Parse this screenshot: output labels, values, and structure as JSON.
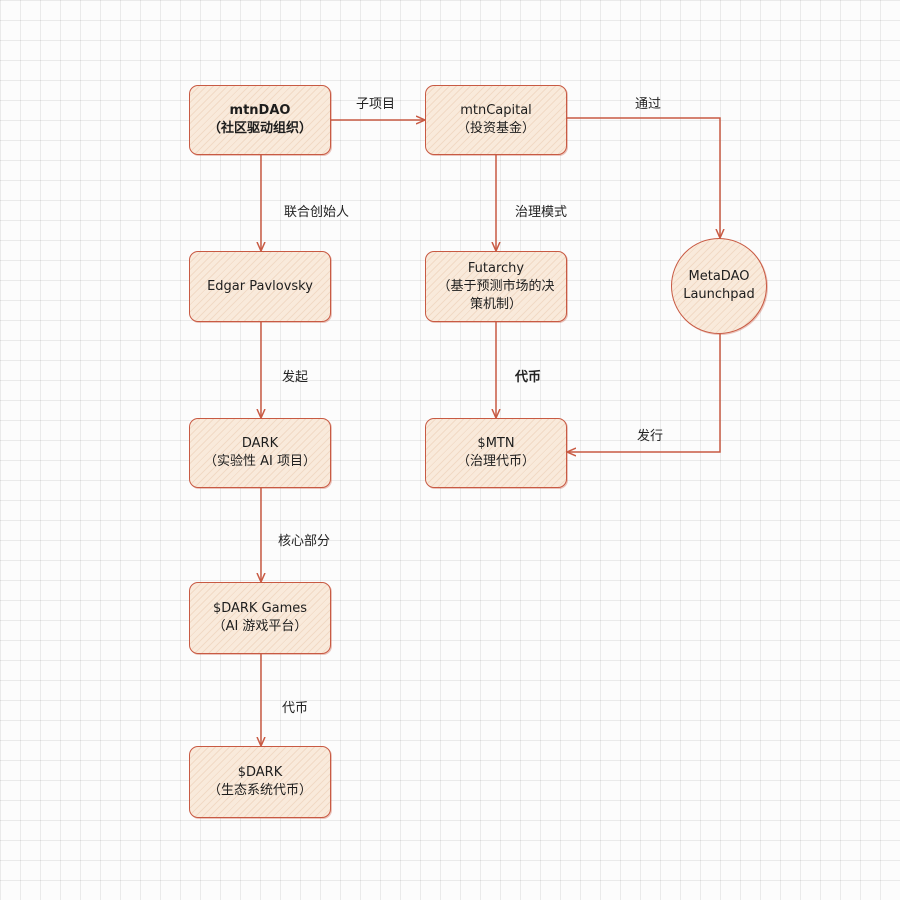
{
  "nodes": {
    "mtndao": {
      "line1": "mtnDAO",
      "line2": "（社区驱动组织）"
    },
    "mtncapital": {
      "line1": "mtnCapital",
      "line2": "（投资基金）"
    },
    "edgar": {
      "line1": "Edgar Pavlovsky"
    },
    "futarchy": {
      "line1": "Futarchy",
      "line2": "（基于预测市场的决",
      "line3": "策机制）"
    },
    "metadao": {
      "line1": "MetaDAO",
      "line2": "Launchpad"
    },
    "dark": {
      "line1": "DARK",
      "line2": "（实验性 AI 项目）"
    },
    "mtn": {
      "line1": "$MTN",
      "line2": "（治理代币）"
    },
    "darkgames": {
      "line1": "$DARK Games",
      "line2": "（AI 游戏平台）"
    },
    "darktoken": {
      "line1": "$DARK",
      "line2": "（生态系统代币）"
    }
  },
  "edges": {
    "subproject": "子项目",
    "cofounder": "联合创始人",
    "governance_model": "治理模式",
    "via": "通过",
    "initiated": "发起",
    "token_futarchy": "代币",
    "issue": "发行",
    "core_part": "核心部分",
    "token_games": "代币"
  },
  "colors": {
    "stroke": "#c85a43",
    "fill": "#f9eadb",
    "grid": "#e6e6e6"
  }
}
